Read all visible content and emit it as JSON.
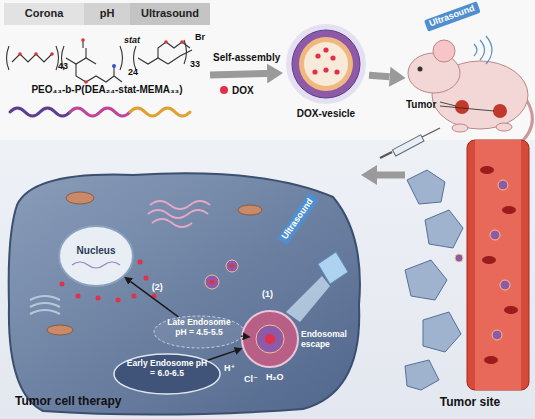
{
  "diagram": {
    "nodes": [
      {
        "text": [
          "Corona"
        ]
      },
      {
        "text": [
          "pH"
        ]
      },
      {
        "text": [
          "Ultrasound"
        ]
      },
      {
        "text": [
          "PEO₄₃-b-P(DEA₂₄-stat-MEMA₃₃)"
        ]
      },
      {
        "text": [
          "DOX-vesicle"
        ]
      },
      {
        "text": [
          "Tumor"
        ]
      },
      {
        "text": [
          "Tumor site"
        ]
      },
      {
        "text": [
          "Tumor cell therapy"
        ]
      },
      {
        "text": [
          "Nucleus"
        ],
        "in": 7
      },
      {
        "text": [
          "Late Endosome pH = 4.5-5.5"
        ],
        "in": 7
      },
      {
        "text": [
          "Early Endosome pH = 6.0-6.5"
        ],
        "in": 7
      },
      {
        "text": [
          "Endosomal escape"
        ],
        "in": 7
      }
    ],
    "edges": [
      {
        "from": 3,
        "to": 4,
        "label": "Self-assembly",
        "arrow": "to"
      },
      {
        "from": 4,
        "to": 5,
        "arrow": "to"
      },
      {
        "from": 6,
        "to": 7,
        "arrow": "to"
      },
      {
        "from": 10,
        "to": 11,
        "arrow": "to"
      },
      {
        "from": 11,
        "to": 9,
        "arrow": "to"
      },
      {
        "from": 9,
        "to": 8,
        "label": "(2)",
        "arrow": "to"
      }
    ],
    "labels": [
      "43",
      "24",
      "33",
      "stat",
      "Br",
      "Ultrasound",
      "Ultrasound",
      "(1)",
      "H⁺",
      "Cl⁻",
      "H₂O"
    ],
    "legend": [
      {
        "text": "DOX",
        "color": "#e2304a"
      }
    ]
  }
}
